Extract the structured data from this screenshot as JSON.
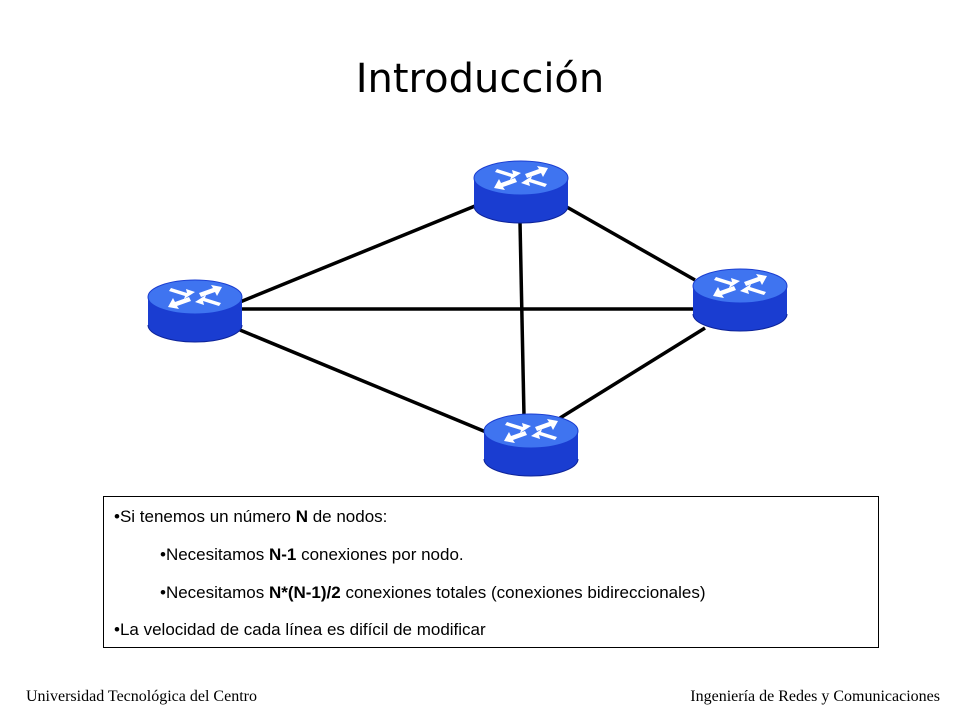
{
  "page": {
    "title": "Introducción"
  },
  "colors": {
    "router_top": "#3f74f0",
    "router_body": "#1a3dd1",
    "link": "#000000",
    "arrow": "#ffffff"
  },
  "diagram": {
    "nodes": [
      {
        "id": "router-top",
        "icon": "router-icon"
      },
      {
        "id": "router-left",
        "icon": "router-icon"
      },
      {
        "id": "router-right",
        "icon": "router-icon"
      },
      {
        "id": "router-bottom",
        "icon": "router-icon"
      }
    ],
    "links": [
      [
        "router-top",
        "router-left"
      ],
      [
        "router-top",
        "router-right"
      ],
      [
        "router-top",
        "router-bottom"
      ],
      [
        "router-left",
        "router-right"
      ],
      [
        "router-left",
        "router-bottom"
      ],
      [
        "router-right",
        "router-bottom"
      ]
    ]
  },
  "info": {
    "line1_pre": "•Si tenemos un número ",
    "line1_bold": "N",
    "line1_post": " de nodos:",
    "line2_pre": "•Necesitamos ",
    "line2_bold": "N-1",
    "line2_post": " conexiones por nodo.",
    "line3_pre": "•Necesitamos ",
    "line3_bold": "N*(N-1)/2",
    "line3_post": " conexiones totales (conexiones bidireccionales)",
    "line4": "•La velocidad de cada línea es difícil de modificar"
  },
  "footer": {
    "left": "Universidad Tecnológica del Centro",
    "right": "Ingeniería de Redes y Comunicaciones"
  }
}
